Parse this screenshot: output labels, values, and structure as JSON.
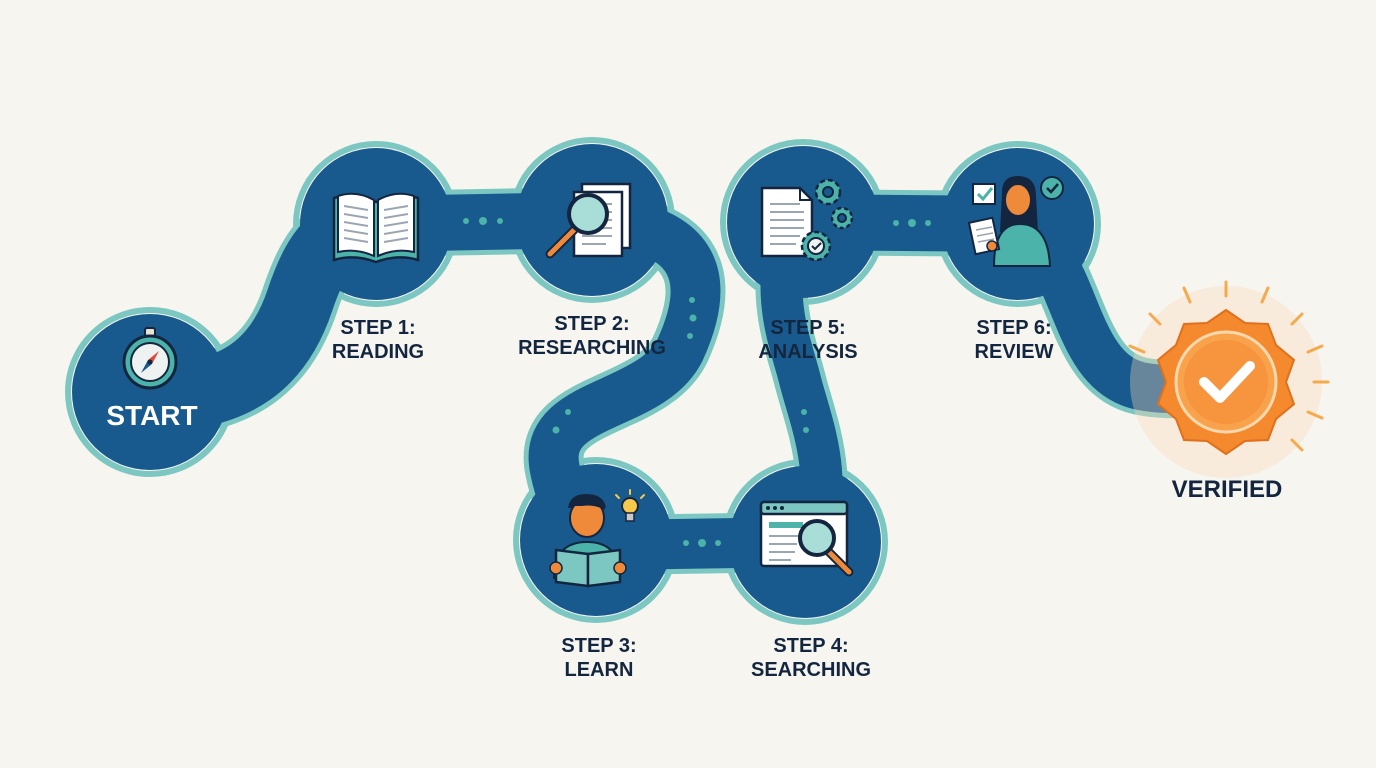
{
  "colors": {
    "background": "#f6f5f0",
    "path_fill": "#195a8e",
    "path_outline": "#7cc7c1",
    "accent_teal": "#4bb3a9",
    "badge_orange": "#f5892d",
    "text_dark": "#14263f"
  },
  "start": {
    "label": "START",
    "icon": "compass-icon"
  },
  "steps": [
    {
      "line1": "STEP 1:",
      "line2": "READING",
      "icon": "open-book-icon"
    },
    {
      "line1": "STEP 2:",
      "line2": "RESEARCHING",
      "icon": "document-magnifier-icon"
    },
    {
      "line1": "STEP 3:",
      "line2": "LEARN",
      "icon": "person-reading-icon"
    },
    {
      "line1": "STEP 4:",
      "line2": "SEARCHING",
      "icon": "browser-search-icon"
    },
    {
      "line1": "STEP 5:",
      "line2": "ANALYSIS",
      "icon": "document-gears-icon"
    },
    {
      "line1": "STEP 6:",
      "line2": "REVIEW",
      "icon": "person-review-icon"
    }
  ],
  "finish": {
    "label": "VERIFIED",
    "icon": "verified-badge-icon"
  }
}
